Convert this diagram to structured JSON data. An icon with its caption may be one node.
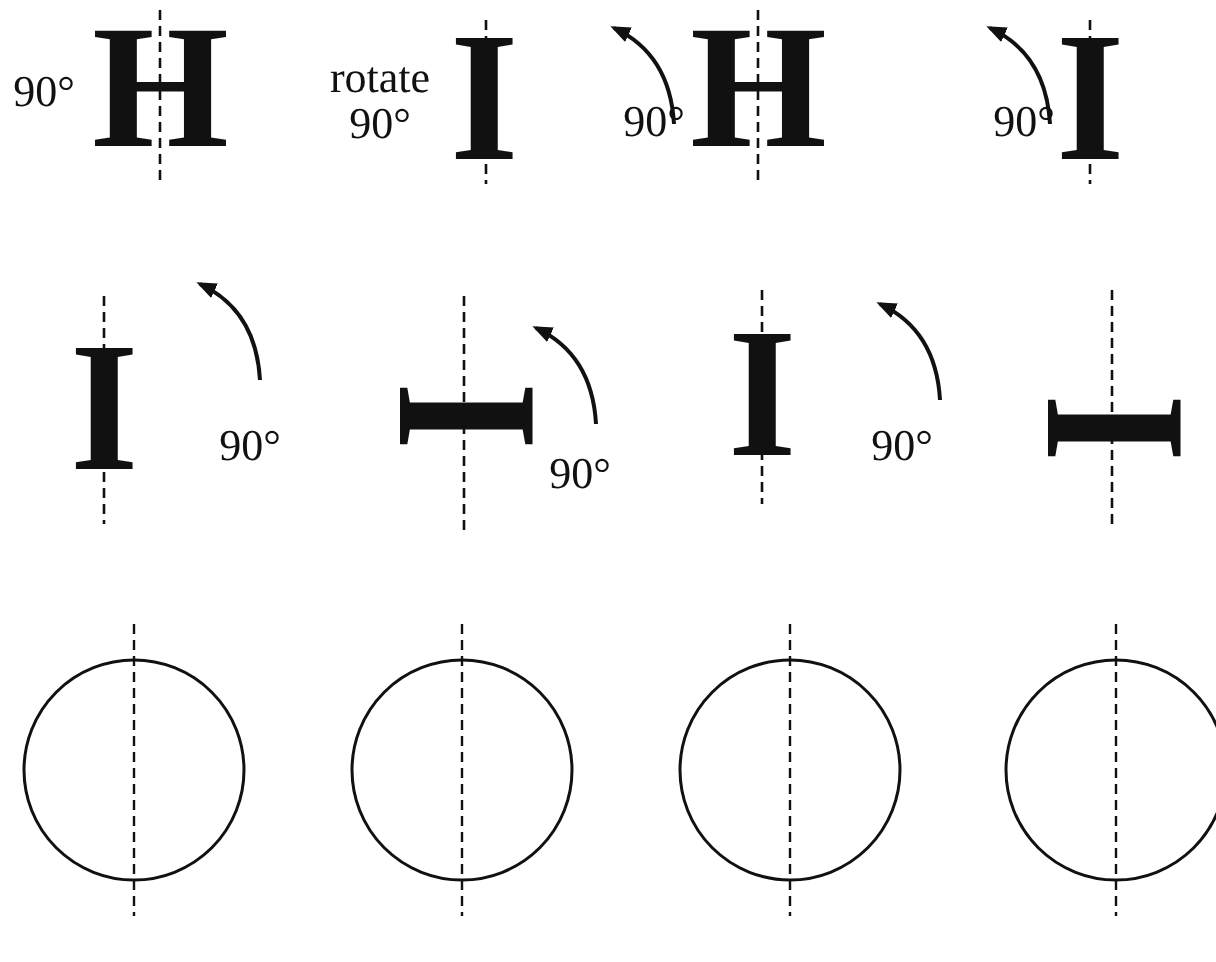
{
  "diagram": {
    "labels": [
      "90°",
      "H",
      "rotate 90°",
      "I",
      "90°",
      "H",
      "90°",
      "I",
      "I",
      "90°",
      "I",
      "90°",
      "I",
      "90°",
      "I"
    ]
  }
}
